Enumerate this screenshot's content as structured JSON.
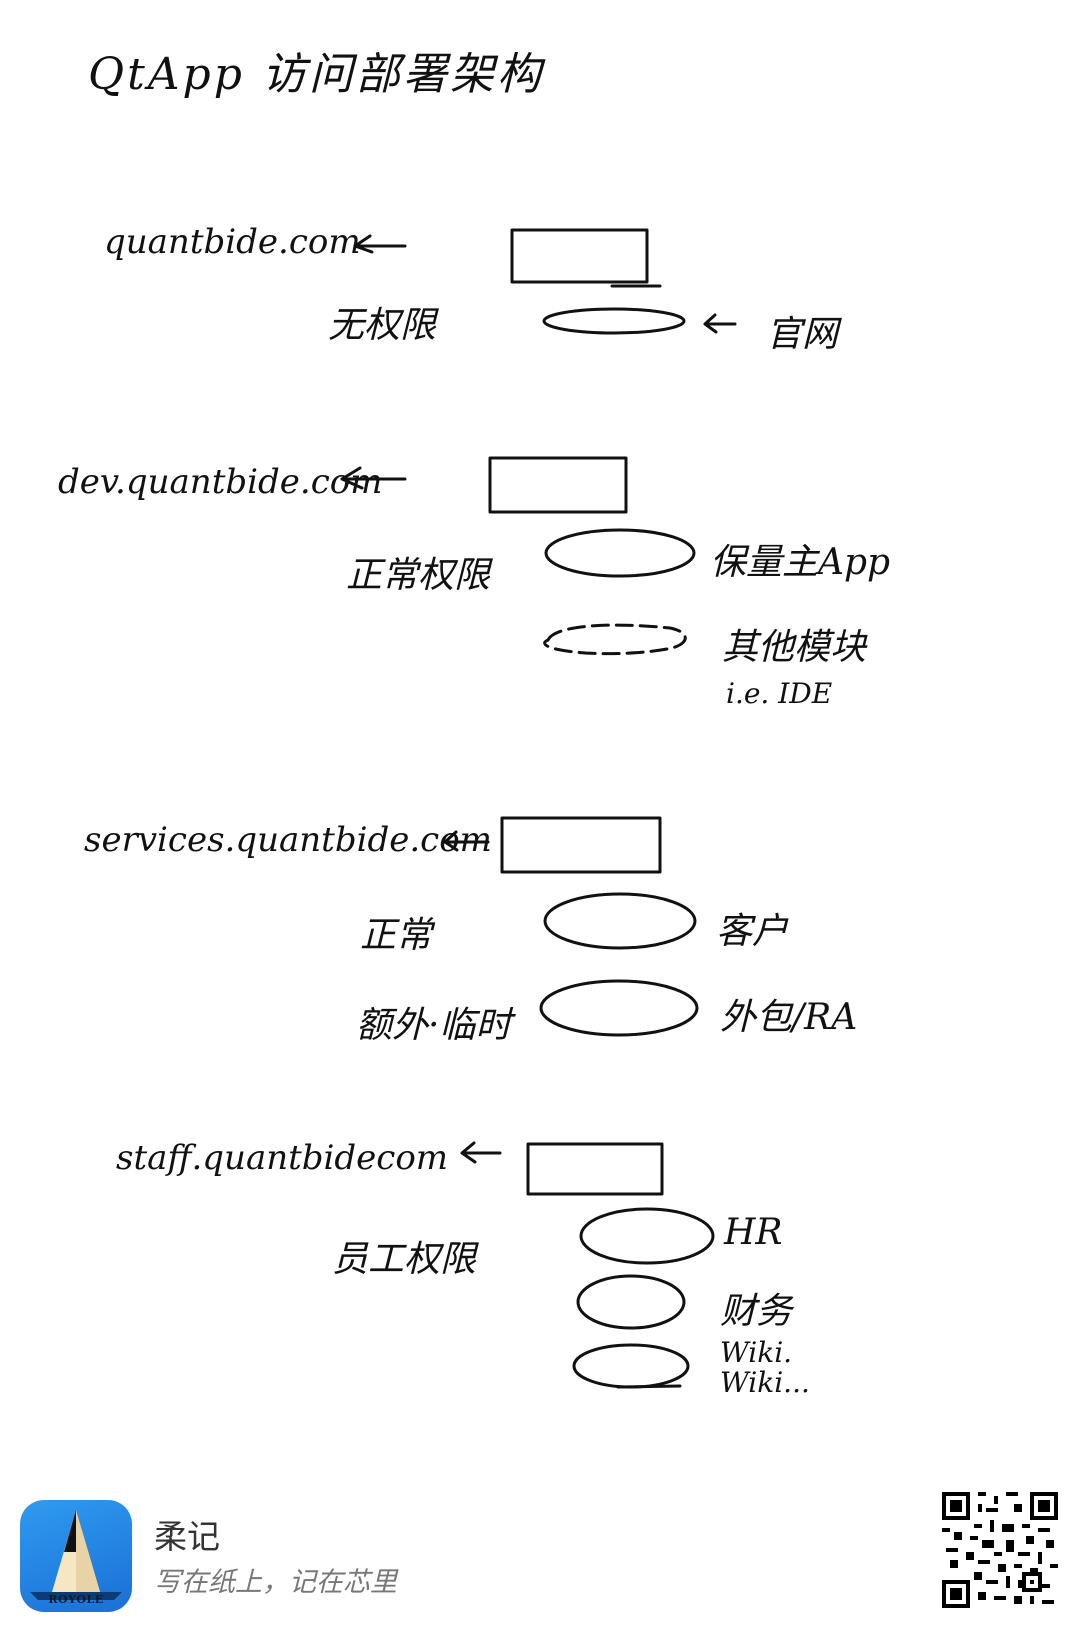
{
  "title": "QtApp 访问部署架构",
  "sections": [
    {
      "domain": "quantbide.com",
      "permission": "无权限",
      "items": [
        {
          "label": "官网",
          "sublabel": ""
        }
      ]
    },
    {
      "domain": "dev.quantbide.com",
      "permission": "正常权限",
      "items": [
        {
          "label": "保量主App",
          "sublabel": ""
        },
        {
          "label": "其他模块",
          "sublabel": "i.e. IDE"
        }
      ]
    },
    {
      "domain": "services.quantbide.com",
      "permission": "正常",
      "permission2": "额外·临时",
      "items": [
        {
          "label": "客户",
          "sublabel": ""
        },
        {
          "label": "外包/RA",
          "sublabel": ""
        }
      ]
    },
    {
      "domain": "staff.quantbidecom",
      "permission": "员工权限",
      "items": [
        {
          "label": "HR",
          "sublabel": ""
        },
        {
          "label": "财务",
          "sublabel": ""
        },
        {
          "label": "Wiki.",
          "sublabel": "Wiki..."
        }
      ]
    }
  ],
  "footer": {
    "app_name": "柔记",
    "slogan": "写在纸上，记在芯里",
    "brand": "ROYOLE"
  },
  "colors": {
    "ink": "#111111",
    "app_icon": "#2f9bf0",
    "slogan": "#777777"
  }
}
